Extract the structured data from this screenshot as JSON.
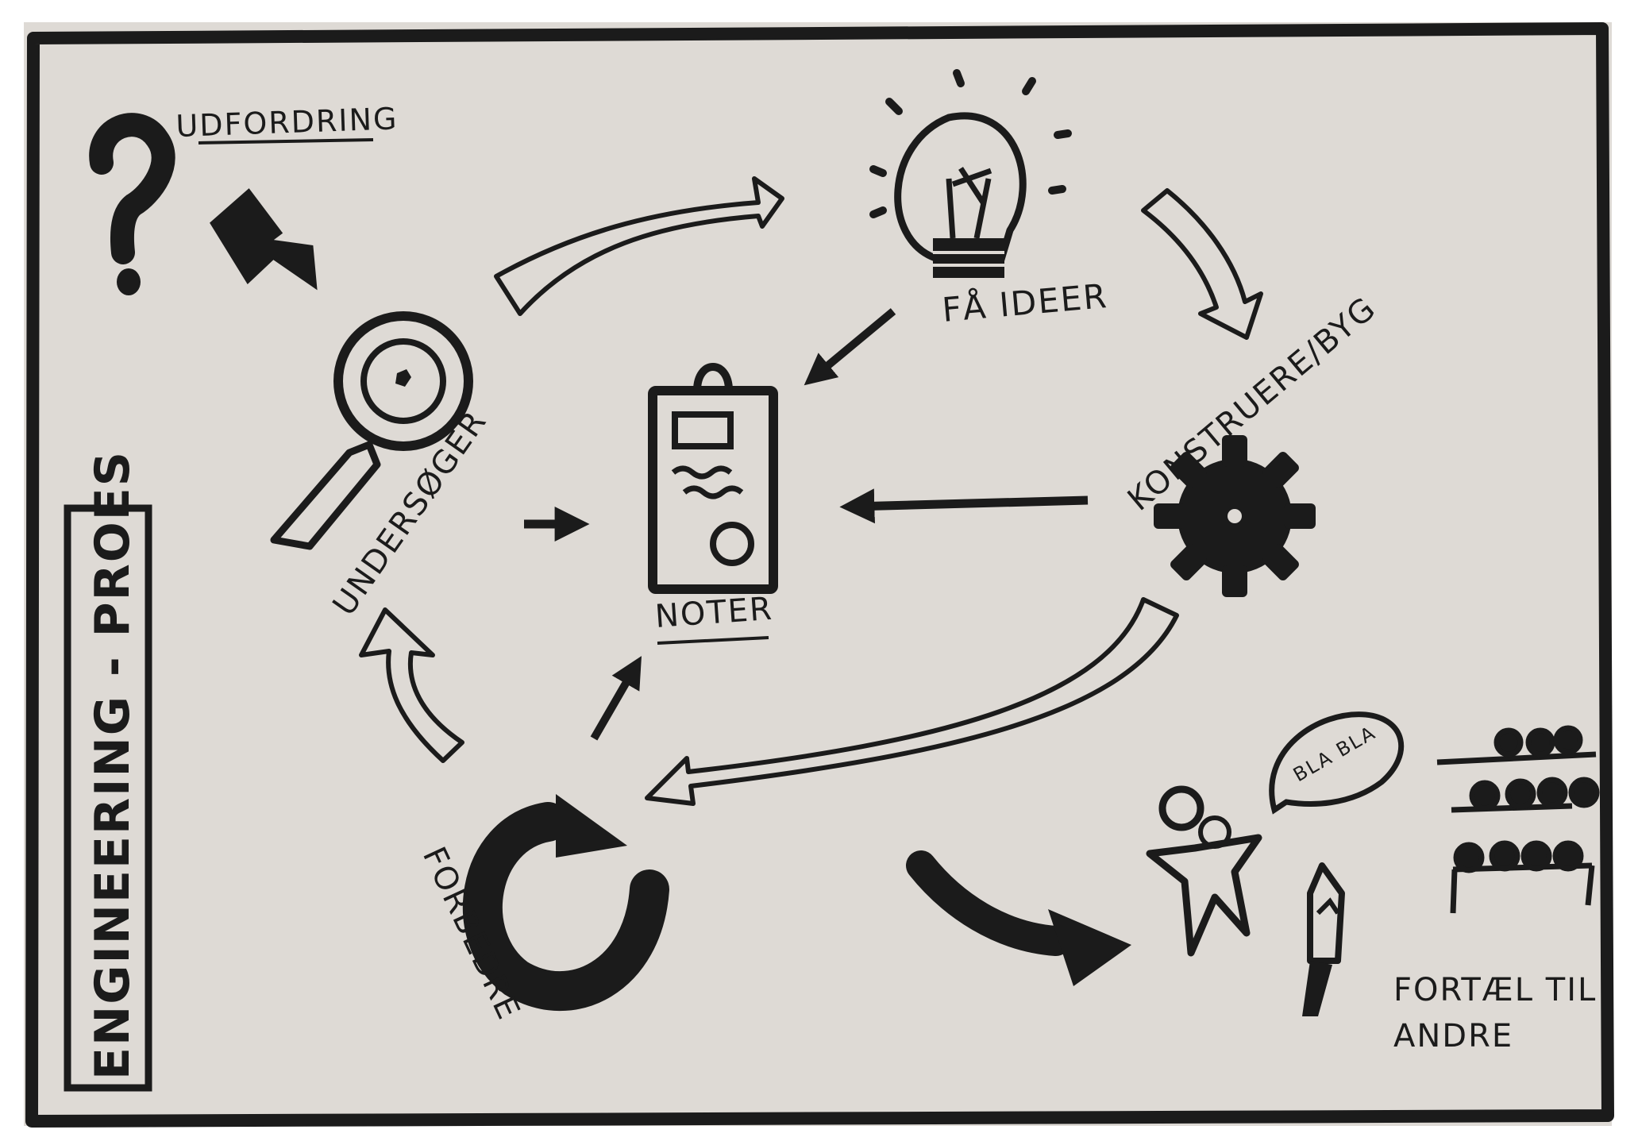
{
  "title": "ENGINEERING - PROES",
  "labels": {
    "udfordring": "UDFORDRING",
    "undersoger": "UNDERSØGER",
    "fa_ideer": "FÅ IDEER",
    "noter": "NOTER",
    "konstruere": "KONSTRUERE/BYG",
    "forbedre": "FORBEDRE",
    "bla": "BLA BLA",
    "fortael_line1": "FORTÆL TIL",
    "fortael_line2": "ANDRE"
  },
  "colors": {
    "paper": "#dedad5",
    "ink": "#1b1b1b",
    "background": "#ffffff"
  },
  "icons": [
    "question-mark-icon",
    "magnifying-glass-icon",
    "light-bulb-icon",
    "notepad-icon",
    "gear-icon",
    "cycle-arrow-icon",
    "presenter-icon",
    "audience-icon",
    "microphone-icon"
  ]
}
